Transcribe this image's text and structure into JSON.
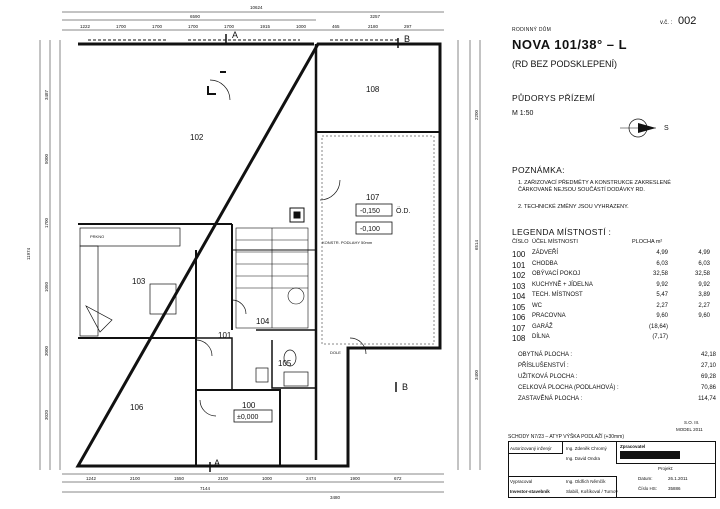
{
  "header": {
    "top_label": "RODINNÝ DŮM",
    "sheet_prefix": "v.č. :",
    "sheet_number": "002",
    "title": "NOVA 101/38° – L",
    "subtitle": "(RD BEZ PODSKLEPENÍ)",
    "drawing_name": "PŮDORYS PŘÍZEMÍ",
    "scale": "M 1:50",
    "north_label": "S"
  },
  "notes": {
    "heading": "POZNÁMKA:",
    "items": [
      "1. ZAŘIZOVACÍ PŘEDMĚTY A KONSTRUKCE ZAKRESLENÉ ČÁRKOVANĚ NEJSOU SOUČÁSTÍ DODÁVKY RD.",
      "2. TECHNICKÉ ZMĚNY JSOU VYHRAZENY."
    ]
  },
  "legend": {
    "heading": "LEGENDA MÍSTNOSTÍ :",
    "col_number": "ČÍSLO",
    "col_purpose": "ÚČEL MÍSTNOSTI",
    "col_area": "PLOCHA m²",
    "rooms": [
      {
        "code": "100",
        "name": "ZÁDVEŘÍ",
        "a": "4,99",
        "b": "4,99"
      },
      {
        "code": "101",
        "name": "CHODBA",
        "a": "6,03",
        "b": "6,03"
      },
      {
        "code": "102",
        "name": "OBÝVACÍ POKOJ",
        "a": "32,58",
        "b": "32,58"
      },
      {
        "code": "103",
        "name": "KUCHYNĚ + JÍDELNA",
        "a": "9,92",
        "b": "9,92"
      },
      {
        "code": "104",
        "name": "TECH. MÍSTNOST",
        "a": "5,47",
        "b": "3,89"
      },
      {
        "code": "105",
        "name": "WC",
        "a": "2,27",
        "b": "2,27"
      },
      {
        "code": "106",
        "name": "PRACOVNA",
        "a": "9,60",
        "b": "9,60"
      },
      {
        "code": "107",
        "name": "GARÁŽ",
        "a": "(18,64)",
        "b": ""
      },
      {
        "code": "108",
        "name": "DÍLNA",
        "a": "(7,17)",
        "b": ""
      }
    ],
    "summary": [
      {
        "label": "OBYTNÁ PLOCHA :",
        "value": "42,18"
      },
      {
        "label": "PŘÍSLUŠENSTVÍ :",
        "value": "27,10"
      },
      {
        "label": "UŽITKOVÁ PLOCHA :",
        "value": "69,28"
      },
      {
        "label": "CELKOVÁ PLOCHA (PODLAHOVÁ) :",
        "value": "70,86"
      },
      {
        "label": "ZASTAVĚNÁ PLOCHA :",
        "value": "114,74"
      }
    ]
  },
  "title_block": {
    "so_label": "S.O. III.",
    "model": "MODEL 2011",
    "stairs_note": "SCHODY N7/23 – ATYP VÝŠKA PODLAŽÍ (+30mm)",
    "authorized_label": "Autorizovaný inženýr",
    "authorized_name": "Ing. Zdeněk Chromý",
    "drafter_name": "Ing. David Ondra",
    "vypracoval_label": "Vypracoval",
    "vypracoval_name": "Ing. Oldřich Němčík",
    "investor_label": "Investor-stavebník",
    "investor_value": "Slabiš, Košíkoval / Turnov",
    "zpracovatel_label": "Zpracovatel",
    "projekt_label": "Projekt:",
    "datum_label": "Datum:",
    "datum_value": "26.1.2011",
    "cislo_label": "Číslo HS:",
    "cislo_value": "35886"
  },
  "plan": {
    "rooms": [
      {
        "code": "102"
      },
      {
        "code": "108"
      },
      {
        "code": "107"
      },
      {
        "code": "103"
      },
      {
        "code": "101"
      },
      {
        "code": "104"
      },
      {
        "code": "105"
      },
      {
        "code": "106"
      },
      {
        "code": "100"
      }
    ],
    "level_107": "-0,150",
    "level_107b": "-0,100",
    "od_label": "Ö.D.",
    "level_100": "±0,000",
    "top_total": "10624",
    "top_left": "6590",
    "top_right": "3257",
    "top_dims": [
      "1222",
      "1700",
      "1700",
      "1700",
      "1700",
      "1915",
      "1000",
      "465",
      "2180",
      "297"
    ],
    "bottom_dims": [
      "1242",
      "2100",
      "1550",
      "2100",
      "1000",
      "2474",
      "1900",
      "672"
    ],
    "bottom_total": "7144",
    "bottom_total2": "3480",
    "left_dims": [
      "3487",
      "5000",
      "1700",
      "1050",
      "3000",
      "3020"
    ],
    "right_dims": [
      "2200",
      "6514",
      "3400"
    ],
    "left_total": "11974",
    "section_labels": [
      "A",
      "B",
      "A",
      "B"
    ],
    "misc": [
      "KONSTR. PODLAHY 50mm",
      "PRKNO",
      "DOLE"
    ]
  }
}
